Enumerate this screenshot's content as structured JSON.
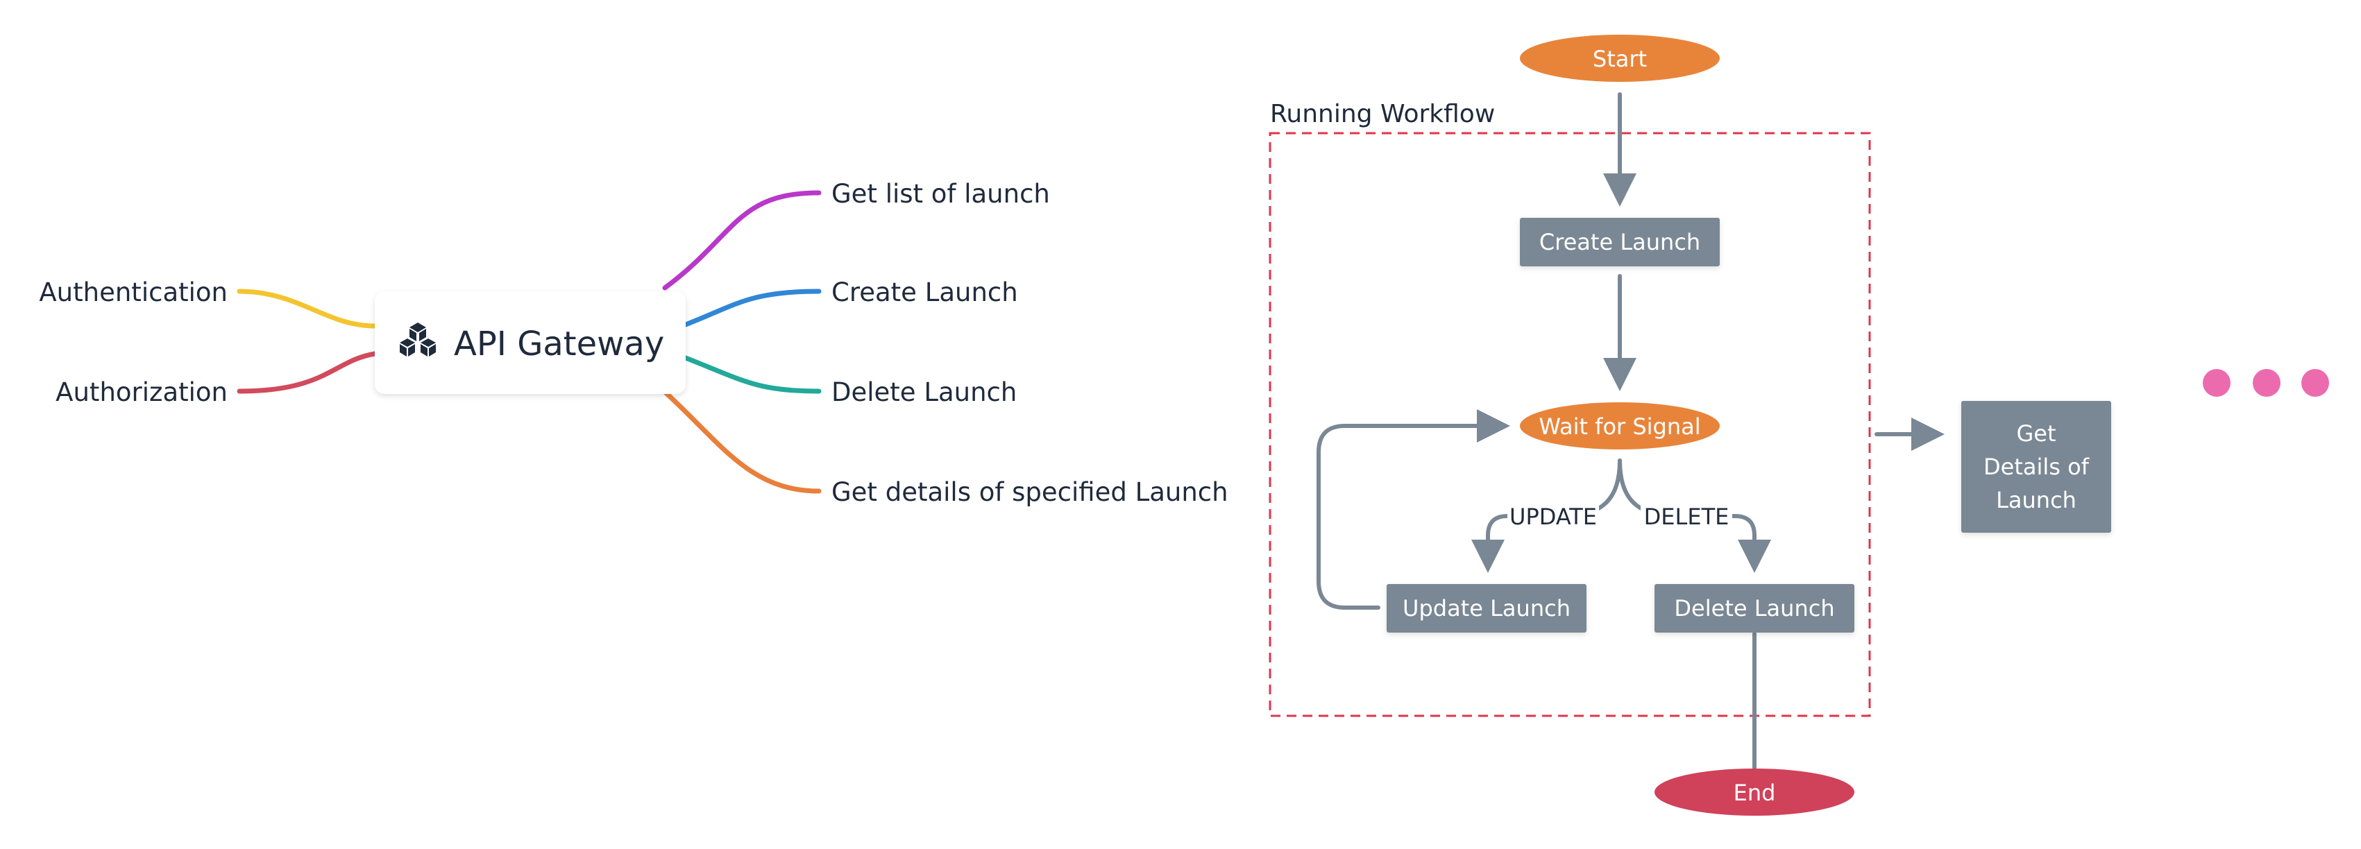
{
  "mindmap": {
    "center": {
      "label": "API Gateway",
      "icon": "api-gateway-icon"
    },
    "left_branches": [
      {
        "label": "Authentication",
        "color": "#F4C430"
      },
      {
        "label": "Authorization",
        "color": "#D24A5C"
      }
    ],
    "right_branches": [
      {
        "label": "Get list of launch",
        "color": "#B838C9"
      },
      {
        "label": "Create Launch",
        "color": "#3186D6"
      },
      {
        "label": "Delete Launch",
        "color": "#22A99A"
      },
      {
        "label": "Get details of specified Launch",
        "color": "#E87F3B"
      }
    ]
  },
  "flowchart": {
    "group_label": "Running Workflow",
    "group_border_color": "#E0344D",
    "start": "Start",
    "create": "Create Launch",
    "wait": "Wait for Signal",
    "edge_update": "UPDATE",
    "edge_delete": "DELETE",
    "update": "Update Launch",
    "delete": "Delete Launch",
    "end": "End",
    "get_details": [
      "Get",
      "Details of",
      "Launch"
    ],
    "colors": {
      "terminal": "#E8843A",
      "process": "#7A8794",
      "end": "#D0415A",
      "arrow": "#7A8794"
    }
  },
  "ellipsis": {
    "color": "#EC6AAE",
    "count": 3
  }
}
